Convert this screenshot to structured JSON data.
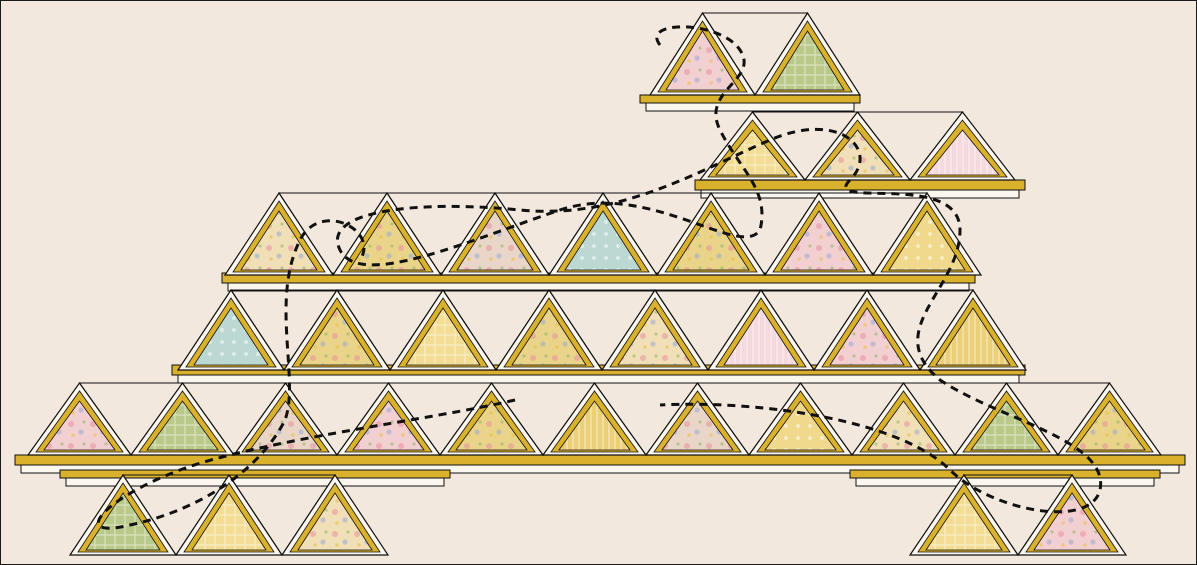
{
  "diagram": {
    "kind": "quilt-layout",
    "background_color": "#f2e8de",
    "border_color": "#1a1a1a",
    "outline_color": "#111111",
    "stitch_path_color": "#111111",
    "fabric_colors": {
      "mustard": "#d9b12c",
      "mustard_floral": "#e9d48a",
      "cream_floral": "#f1dfb8",
      "pink_floral": "#f2cfd0",
      "blush_stripe": "#f4d9de",
      "sage_check": "#b9c98a",
      "aqua": "#bcd8d3",
      "yellow_check": "#f3dc93",
      "lemon": "#f0d98d",
      "yellow_stripe": "#ecd078",
      "blue_floral": "#e9d6c8"
    },
    "rows": [
      {
        "name": "top-row",
        "triangles": [
          "pink_floral",
          "sage_check"
        ]
      },
      {
        "name": "row-2",
        "triangles": [
          "yellow_check",
          "cream_floral",
          "blush_stripe"
        ]
      },
      {
        "name": "row-3",
        "triangles": [
          "cream_floral",
          "mustard_floral",
          "blue_floral",
          "aqua",
          "mustard_floral",
          "pink_floral",
          "lemon"
        ]
      },
      {
        "name": "row-4",
        "triangles": [
          "aqua",
          "mustard_floral",
          "yellow_check",
          "mustard_floral",
          "cream_floral",
          "blush_stripe",
          "pink_floral",
          "yellow_stripe"
        ]
      },
      {
        "name": "row-5",
        "triangles": [
          "pink_floral",
          "sage_check",
          "blue_floral",
          "pink_floral",
          "mustard_floral",
          "yellow_stripe",
          "blue_floral",
          "lemon",
          "cream_floral",
          "sage_check",
          "mustard_floral"
        ]
      },
      {
        "name": "bottom-left-row",
        "triangles": [
          "sage_check",
          "yellow_check",
          "cream_floral"
        ]
      },
      {
        "name": "bottom-right-row",
        "triangles": [
          "yellow_check",
          "pink_floral"
        ]
      }
    ]
  }
}
